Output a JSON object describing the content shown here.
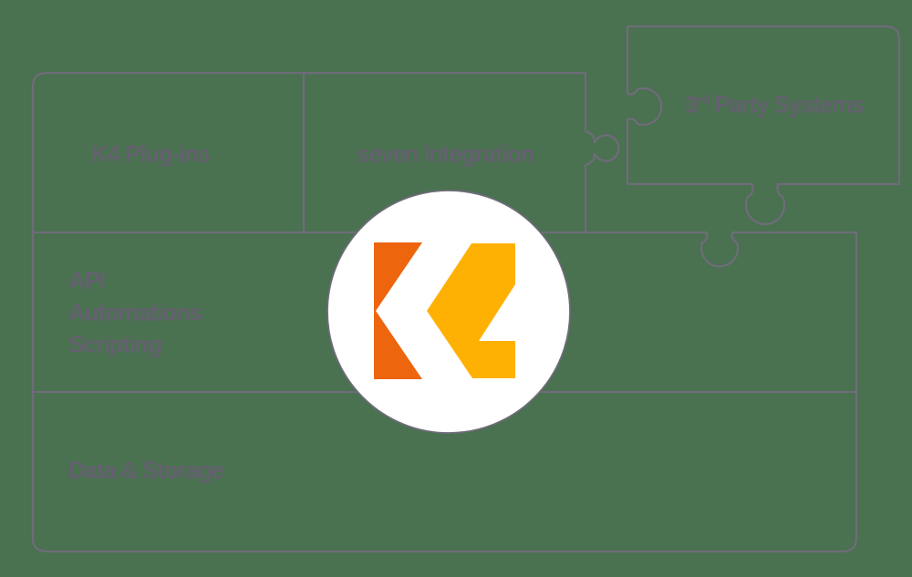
{
  "colors": {
    "background": "#4A7150",
    "line": "#6E6C79",
    "text": "#63616E",
    "circle_fill": "#FFFFFF",
    "logo_left": "#ED650D",
    "logo_right": "#FFB103"
  },
  "labels": {
    "k4_plugins": "K4 Plug-ins",
    "seven_integration": "seven Integration",
    "third_party_base": "3",
    "third_party_sup": "rd",
    "third_party_rest": "Party Systems",
    "api": "API",
    "automations": "Automations",
    "scripting": "Scripting",
    "data_storage": "Data & Storage"
  }
}
